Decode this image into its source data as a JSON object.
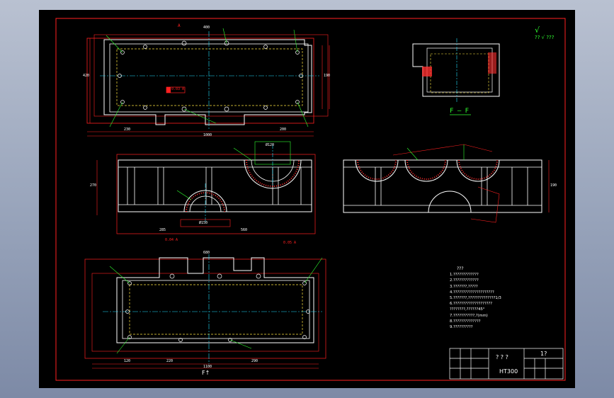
{
  "viewport": {
    "background": "#000000",
    "line_color": "#ffffff",
    "dim_color": "#ff2020",
    "center_color": "#20e0ff",
    "annotation_color": "#30ff30"
  },
  "section_label": "F — F",
  "material": "HT300",
  "title_block": {
    "title": "? ? ?",
    "scale": "1?",
    "drawing_no": ""
  },
  "roughness_note": {
    "symbol": "√",
    "text": "?? √ ???"
  },
  "tech_requirements": {
    "heading": "???",
    "lines": [
      "1.?????????????",
      "2.?????????????",
      "3.???????,?????",
      "4.?????????????????????",
      "5.???????,??????????????1/3",
      "6.????????????????????",
      "  ????????,??????45°",
      "7.???????????,?(mm)",
      "8.??????????????",
      "9.??????????"
    ]
  },
  "callouts": {
    "datum_a": "A",
    "flatness_1": "0.03 A",
    "flatness_2": "0.04 A",
    "flatness_3": "0.05 A",
    "view_label_bottom": "F↑"
  },
  "dims": {
    "top_overall": "1000",
    "top_left": "230",
    "top_mid": "400",
    "top_right": "200",
    "height_left": "420",
    "height_right": "190",
    "front_left": "285",
    "front_right": "560",
    "front_bore": "Ø150",
    "front_bore_small": "Ø120",
    "front_height": "270",
    "side_height": "190",
    "bottom_overall": "1100",
    "bottom_mid": "680",
    "plan_bottom_1": "120",
    "plan_bottom_2": "220",
    "plan_bottom_3": "290"
  }
}
